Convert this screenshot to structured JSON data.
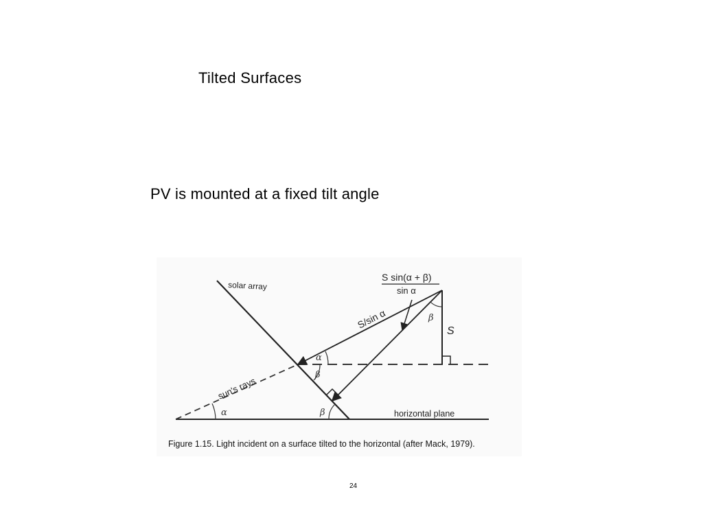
{
  "slide": {
    "title": "Tilted Surfaces",
    "subtitle": "PV is mounted at a fixed tilt angle",
    "page_number": "24"
  },
  "figure": {
    "labels": {
      "solar_array": "solar array",
      "suns_rays": "sun's rays",
      "horizontal_plane": "horizontal plane",
      "s_over_sin_alpha": "S/sin α",
      "s": "S",
      "formula_numerator": "S sin(α + β)",
      "formula_denominator": "sin α",
      "alpha": "α",
      "beta": "β"
    },
    "caption": "Figure 1.15. Light incident on a surface tilted to the horizontal (after Mack, 1979)."
  }
}
